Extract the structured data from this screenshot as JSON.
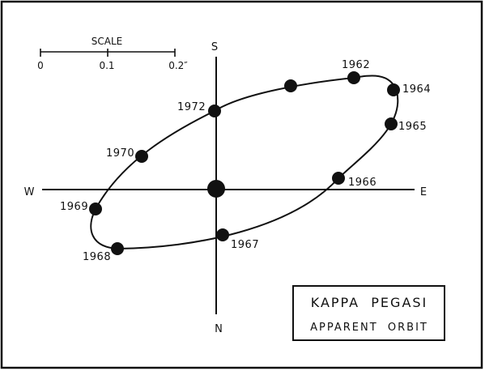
{
  "compass": {
    "north": "N",
    "south": "S",
    "east": "E",
    "west": "W"
  },
  "scale": {
    "label": "SCALE",
    "ticks": [
      "0",
      "0.1",
      "0.2″"
    ]
  },
  "title": {
    "line1": "KAPPA  PEGASI",
    "line2": "APPARENT  ORBIT"
  },
  "orbit_points": [
    {
      "year": "1962"
    },
    {
      "year": "1964"
    },
    {
      "year": "1965"
    },
    {
      "year": "1966"
    },
    {
      "year": "1967"
    },
    {
      "year": "1968"
    },
    {
      "year": "1969"
    },
    {
      "year": "1970"
    },
    {
      "year": "1972"
    }
  ],
  "colors": {
    "ink": "#111111",
    "background": "#ffffff"
  }
}
